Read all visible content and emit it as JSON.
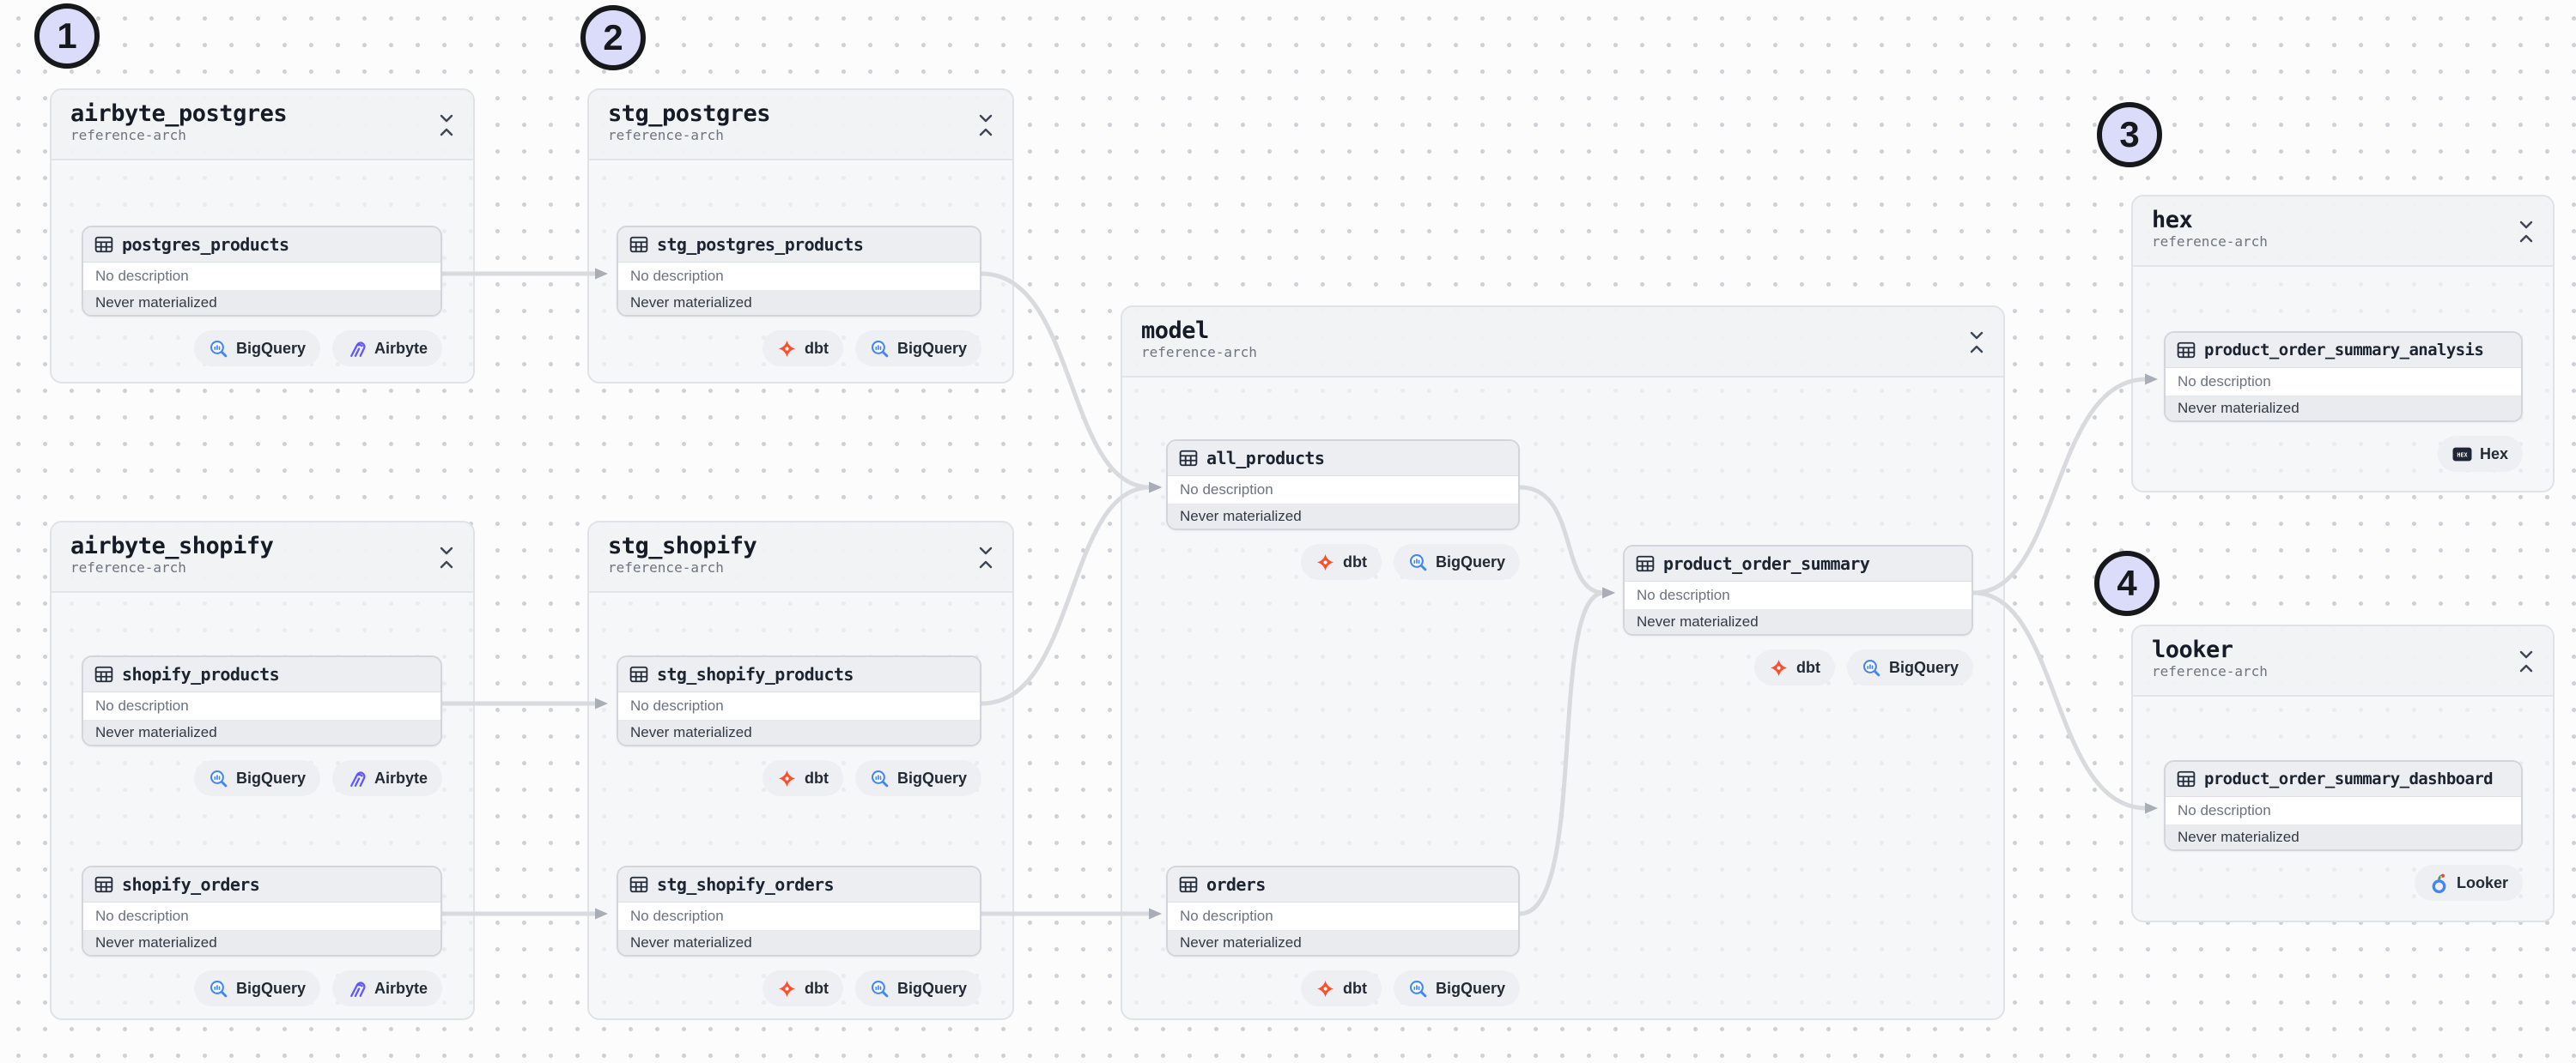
{
  "markers": [
    {
      "label": "1"
    },
    {
      "label": "2"
    },
    {
      "label": "3"
    },
    {
      "label": "4"
    }
  ],
  "groups": [
    {
      "title": "airbyte_postgres",
      "subtitle": "reference-arch"
    },
    {
      "title": "stg_postgres",
      "subtitle": "reference-arch"
    },
    {
      "title": "airbyte_shopify",
      "subtitle": "reference-arch"
    },
    {
      "title": "stg_shopify",
      "subtitle": "reference-arch"
    },
    {
      "title": "model",
      "subtitle": "reference-arch"
    },
    {
      "title": "hex",
      "subtitle": "reference-arch"
    },
    {
      "title": "looker",
      "subtitle": "reference-arch"
    }
  ],
  "nodes": [
    {
      "title": "postgres_products",
      "description": "No description",
      "status": "Never materialized",
      "badges": [
        {
          "icon": "bigquery-icon",
          "label": "BigQuery"
        },
        {
          "icon": "airbyte-icon",
          "label": "Airbyte"
        }
      ]
    },
    {
      "title": "stg_postgres_products",
      "description": "No description",
      "status": "Never materialized",
      "badges": [
        {
          "icon": "dbt-icon",
          "label": "dbt"
        },
        {
          "icon": "bigquery-icon",
          "label": "BigQuery"
        }
      ]
    },
    {
      "title": "shopify_products",
      "description": "No description",
      "status": "Never materialized",
      "badges": [
        {
          "icon": "bigquery-icon",
          "label": "BigQuery"
        },
        {
          "icon": "airbyte-icon",
          "label": "Airbyte"
        }
      ]
    },
    {
      "title": "shopify_orders",
      "description": "No description",
      "status": "Never materialized",
      "badges": [
        {
          "icon": "bigquery-icon",
          "label": "BigQuery"
        },
        {
          "icon": "airbyte-icon",
          "label": "Airbyte"
        }
      ]
    },
    {
      "title": "stg_shopify_products",
      "description": "No description",
      "status": "Never materialized",
      "badges": [
        {
          "icon": "dbt-icon",
          "label": "dbt"
        },
        {
          "icon": "bigquery-icon",
          "label": "BigQuery"
        }
      ]
    },
    {
      "title": "stg_shopify_orders",
      "description": "No description",
      "status": "Never materialized",
      "badges": [
        {
          "icon": "dbt-icon",
          "label": "dbt"
        },
        {
          "icon": "bigquery-icon",
          "label": "BigQuery"
        }
      ]
    },
    {
      "title": "all_products",
      "description": "No description",
      "status": "Never materialized",
      "badges": [
        {
          "icon": "dbt-icon",
          "label": "dbt"
        },
        {
          "icon": "bigquery-icon",
          "label": "BigQuery"
        }
      ]
    },
    {
      "title": "orders",
      "description": "No description",
      "status": "Never materialized",
      "badges": [
        {
          "icon": "dbt-icon",
          "label": "dbt"
        },
        {
          "icon": "bigquery-icon",
          "label": "BigQuery"
        }
      ]
    },
    {
      "title": "product_order_summary",
      "description": "No description",
      "status": "Never materialized",
      "badges": [
        {
          "icon": "dbt-icon",
          "label": "dbt"
        },
        {
          "icon": "bigquery-icon",
          "label": "BigQuery"
        }
      ]
    },
    {
      "title": "product_order_summary_analysis",
      "description": "No description",
      "status": "Never materialized",
      "badges": [
        {
          "icon": "hex-icon",
          "label": "Hex"
        }
      ]
    },
    {
      "title": "product_order_summary_dashboard",
      "description": "No description",
      "status": "Never materialized",
      "badges": [
        {
          "icon": "looker-icon",
          "label": "Looker"
        }
      ]
    }
  ],
  "edges": [
    {
      "from": "postgres_products",
      "to": "stg_postgres_products"
    },
    {
      "from": "shopify_products",
      "to": "stg_shopify_products"
    },
    {
      "from": "shopify_orders",
      "to": "stg_shopify_orders"
    },
    {
      "from": "stg_postgres_products",
      "to": "all_products"
    },
    {
      "from": "stg_shopify_products",
      "to": "all_products"
    },
    {
      "from": "stg_shopify_orders",
      "to": "orders"
    },
    {
      "from": "all_products",
      "to": "product_order_summary"
    },
    {
      "from": "orders",
      "to": "product_order_summary"
    },
    {
      "from": "product_order_summary",
      "to": "product_order_summary_analysis"
    },
    {
      "from": "product_order_summary",
      "to": "product_order_summary_dashboard"
    }
  ],
  "colors": {
    "edge": "#d8dade",
    "arrow": "#a9adb6",
    "dbt": "#ff4e2b",
    "bigquery": "#4285f4",
    "airbyte": "#6157ff",
    "hex": "#202537",
    "marker_fill": "#dadcfa"
  }
}
